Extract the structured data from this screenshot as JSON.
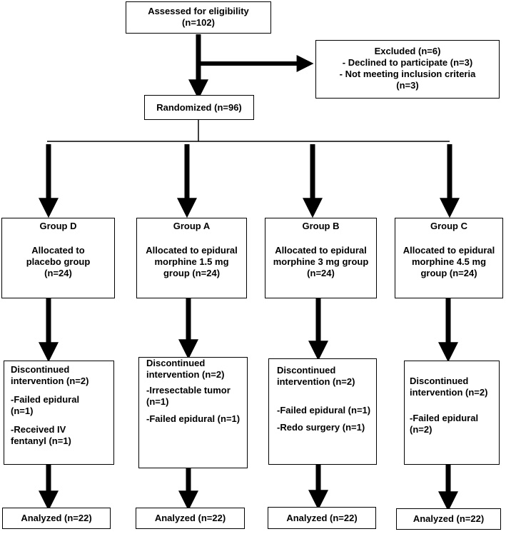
{
  "enrollment": {
    "assessed": [
      "Assessed for eligibility",
      "(n=102)"
    ],
    "excluded": [
      "Excluded (n=6)",
      "- Declined to participate (n=3)",
      "- Not meeting inclusion criteria",
      "(n=3)"
    ],
    "randomized": "Randomized (n=96)"
  },
  "groups": [
    {
      "title": "Group D",
      "allocation": [
        "Allocated to",
        "placebo group",
        "(n=24)"
      ],
      "discontinued": [
        "Discontinued",
        "intervention (n=2)"
      ],
      "reasons": [
        [
          "-Failed epidural",
          "(n=1)"
        ],
        [
          "-Received IV",
          "fentanyl (n=1)"
        ]
      ],
      "analyzed": "Analyzed (n=22)"
    },
    {
      "title": "Group A",
      "allocation": [
        "Allocated to epidural",
        "morphine 1.5 mg",
        "group (n=24)"
      ],
      "discontinued": [
        "Discontinued",
        "intervention (n=2)"
      ],
      "reasons": [
        [
          "-Irresectable tumor",
          "(n=1)"
        ],
        [
          "-Failed epidural (n=1)"
        ]
      ],
      "analyzed": "Analyzed (n=22)"
    },
    {
      "title": "Group B",
      "allocation": [
        "Allocated to epidural",
        "morphine 3 mg group",
        "(n=24)"
      ],
      "discontinued": [
        "Discontinued",
        "intervention (n=2)"
      ],
      "reasons": [
        [
          "-Failed epidural (n=1)"
        ],
        [
          "-Redo surgery (n=1)"
        ]
      ],
      "analyzed": "Analyzed (n=22)"
    },
    {
      "title": "Group C",
      "allocation": [
        "Allocated to epidural",
        "morphine 4.5 mg",
        "group (n=24)"
      ],
      "discontinued": [
        "Discontinued",
        "intervention (n=2)"
      ],
      "reasons": [
        [
          "-Failed epidural",
          "(n=2)"
        ]
      ],
      "analyzed": "Analyzed (n=22)"
    }
  ]
}
